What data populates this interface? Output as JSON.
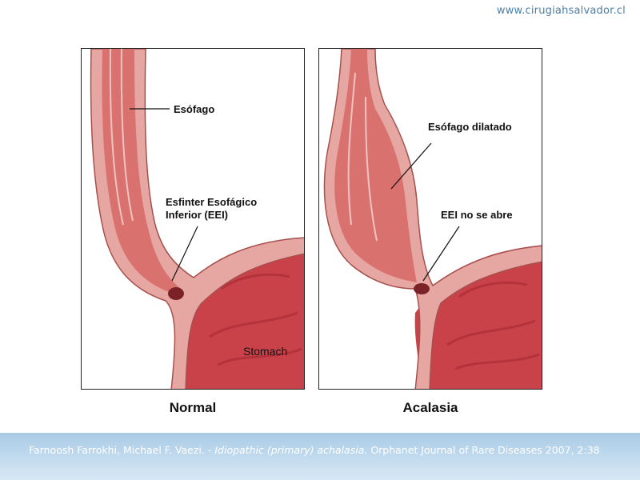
{
  "header": {
    "site_url": "www.cirugiahsalvador.cl"
  },
  "panels": {
    "normal": {
      "caption": "Normal",
      "label_esofago": "Esófago",
      "label_eei_line1": "Esfinter Esofágico",
      "label_eei_line2": "Inferior  (EEI)",
      "label_stomach": "Stomach"
    },
    "acalasia": {
      "caption": "Acalasia",
      "label_dilatado": "Esófago dilatado",
      "label_no_abre": "EEI no se abre"
    }
  },
  "footer": {
    "authors": "Farnoosh Farrokhi, Michael F. Vaezi. - ",
    "title": "Idiopathic (primary) achalasia.",
    "journal": " Orphanet Journal of Rare Diseases 2007, 2:38"
  },
  "colors": {
    "wall": "#e6a7a2",
    "lumen": "#d9726f",
    "stomach": "#c9424a",
    "footer": "#bcd8ee"
  }
}
